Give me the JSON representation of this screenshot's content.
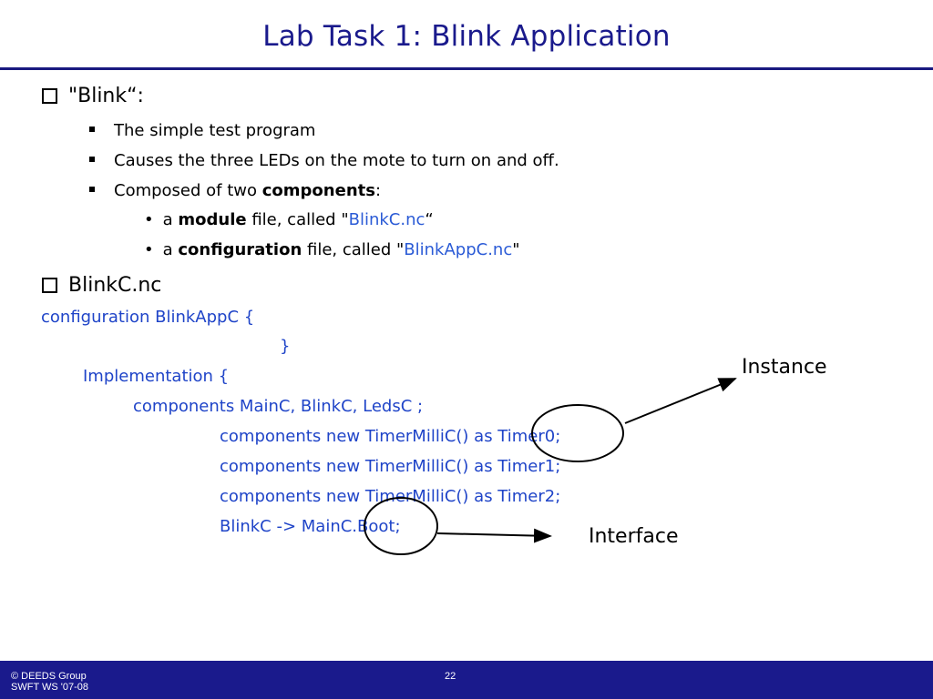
{
  "title": "Lab Task 1: Blink Application",
  "bullet1": {
    "text": "\"Blink“:"
  },
  "sub": [
    {
      "text": "The simple test program"
    },
    {
      "text": "Causes the three LEDs on the mote to turn on and off."
    },
    {
      "pre": "Composed of two ",
      "bold": "components",
      "post": ":"
    }
  ],
  "subsub": [
    {
      "pre": "a ",
      "bold": "module",
      "mid": " file, called \"",
      "link": "BlinkC.nc",
      "post": "“"
    },
    {
      "pre": "a ",
      "bold": "configuration",
      "mid": " file, called \"",
      "link": "BlinkAppC.nc",
      "post": "\""
    }
  ],
  "bullet2": {
    "text": "BlinkC.nc"
  },
  "code": [
    "configuration BlinkAppC {",
    "}",
    "Implementation {",
    "components MainC, BlinkC, LedsC ;",
    "components new TimerMilliC() as Timer0;",
    "components new TimerMilliC() as Timer1;",
    "components new TimerMilliC() as Timer2;",
    "BlinkC -> MainC.Boot;"
  ],
  "annotations": {
    "instance": "Instance",
    "interface": "Interface"
  },
  "footer": {
    "line1": "© DEEDS Group",
    "line2": "SWFT WS '07-08",
    "page": "22"
  }
}
